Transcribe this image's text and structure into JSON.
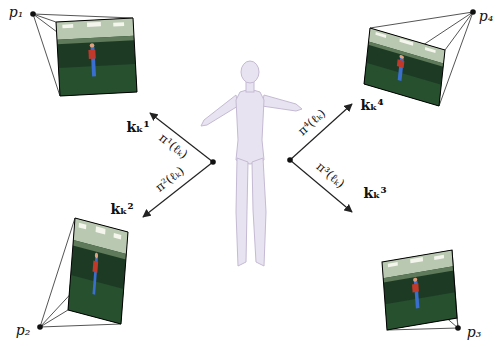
{
  "diagram": {
    "labels": [
      "p₁",
      "p₄",
      "kₖ¹",
      "kₖ⁴",
      "π¹(ℓₖ)",
      "π⁴(ℓₖ)",
      "π²(ℓₖ)",
      "π³(ℓₖ)",
      "kₖ²",
      "kₖ³",
      "p₂",
      "p₃"
    ]
  }
}
